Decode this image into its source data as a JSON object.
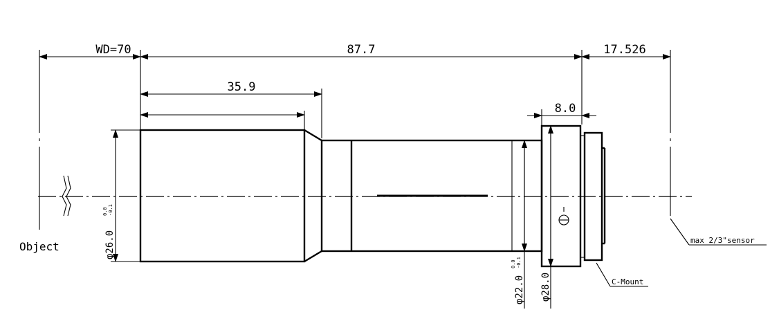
{
  "dimensions": {
    "working_distance": "WD=70",
    "overall_length": "87.7",
    "back_focal": "17.526",
    "front_barrel_length": "35.9",
    "mount_width": "8.0",
    "front_diameter": "φ26.0",
    "front_diameter_tol_upper": "0.0",
    "front_diameter_tol_lower": "-0.1",
    "rear_diameter": "φ22.0",
    "rear_diameter_tol_upper": "0.0",
    "rear_diameter_tol_lower": "-0.1",
    "mount_diameter": "φ28.0"
  },
  "labels": {
    "object": "Object",
    "sensor": "max 2/3\"sensor",
    "mount": "C-Mount"
  }
}
